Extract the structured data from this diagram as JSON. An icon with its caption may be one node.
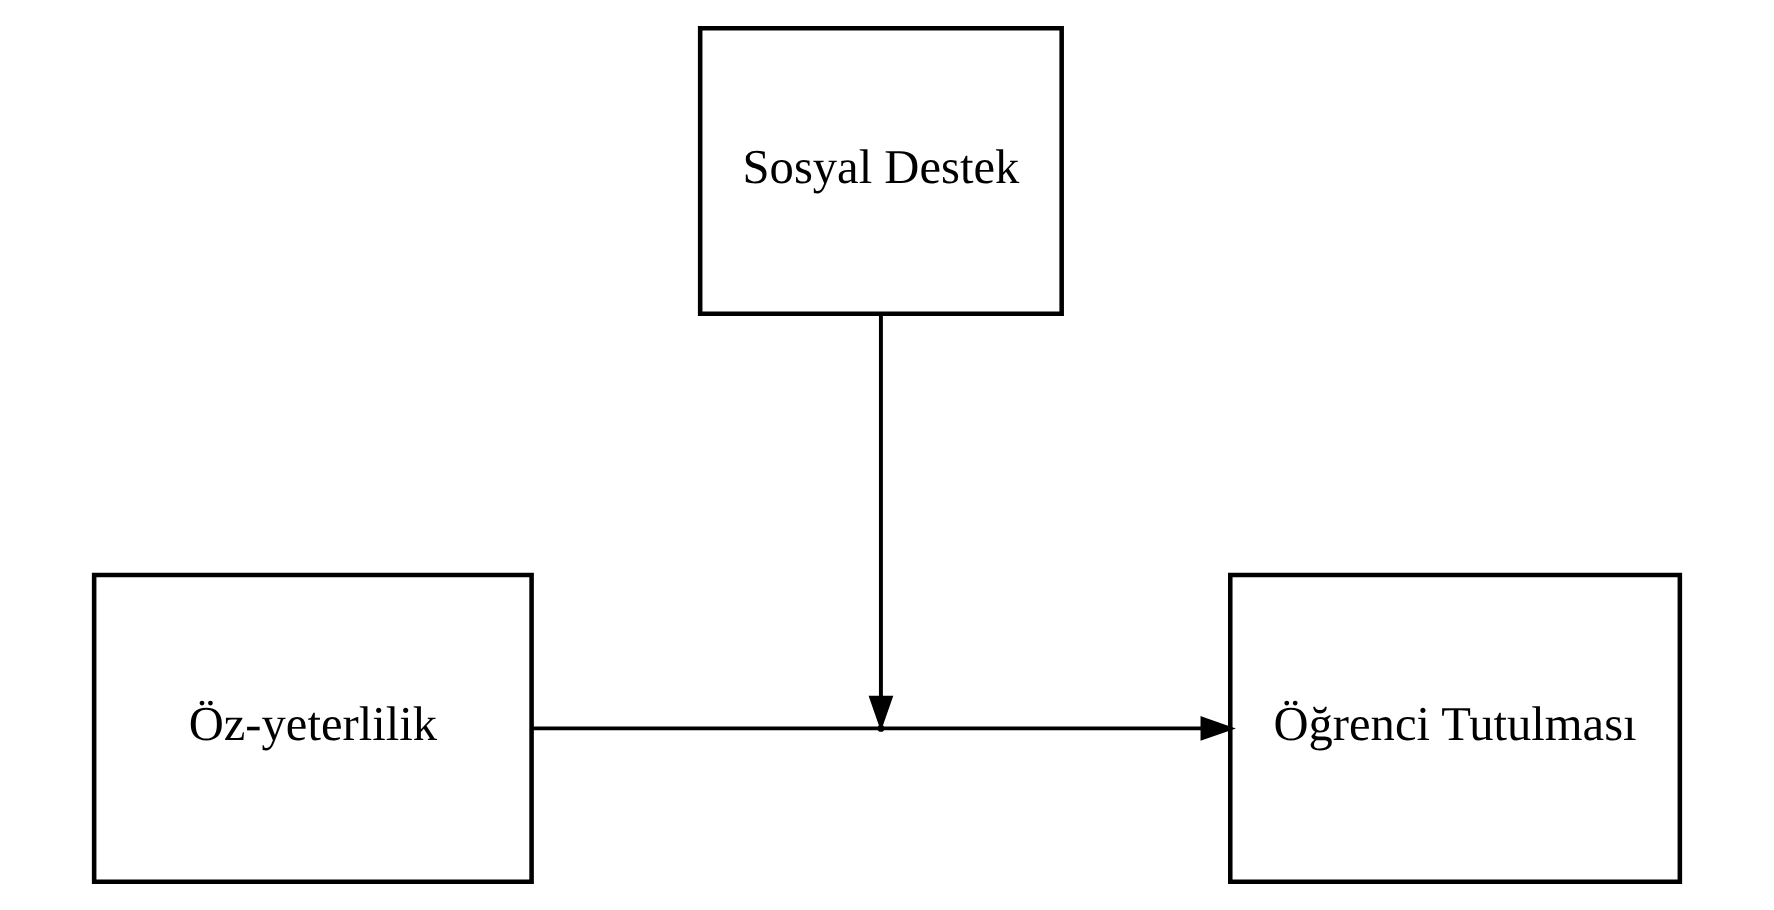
{
  "diagram": {
    "nodes": [
      {
        "text": [
          "Sosyal Destek"
        ]
      },
      {
        "text": [
          "Öz-yeterlilik"
        ]
      },
      {
        "text": [
          "Öğrenci Tutulması"
        ]
      }
    ],
    "edges": [
      {
        "from": 1,
        "to": 2,
        "arrow": "to"
      },
      {
        "from": 0,
        "to": null,
        "arrow": "to"
      }
    ]
  }
}
